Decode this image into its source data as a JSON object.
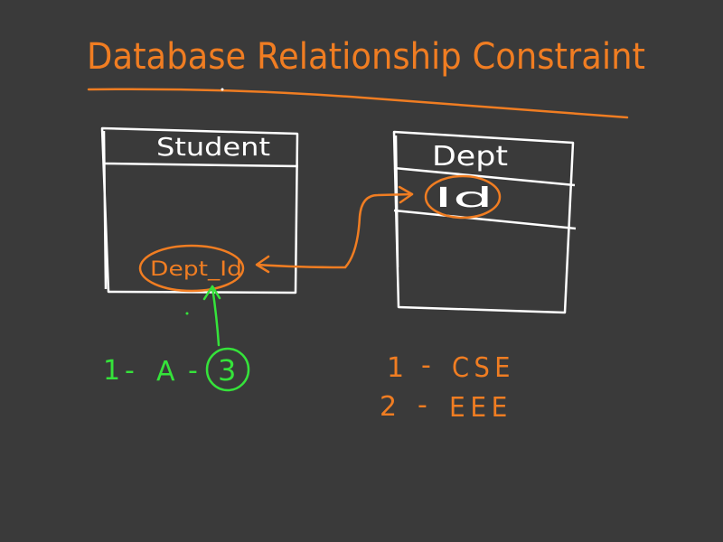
{
  "title": "Database Relationship Constraint",
  "colors": {
    "background": "#3a3a3a",
    "ink_white": "#ffffff",
    "ink_orange": "#f07d22",
    "ink_green": "#35e33a"
  },
  "student_table": {
    "header": "Student",
    "foreign_key_field": "Dept_Id"
  },
  "dept_table": {
    "header": "Dept",
    "primary_key_field": "Id"
  },
  "student_example": {
    "id": "1",
    "name": "A",
    "dept_ref": "3"
  },
  "dept_rows": [
    {
      "id": "1",
      "name": "CSE"
    },
    {
      "id": "2",
      "name": "EEE"
    }
  ]
}
